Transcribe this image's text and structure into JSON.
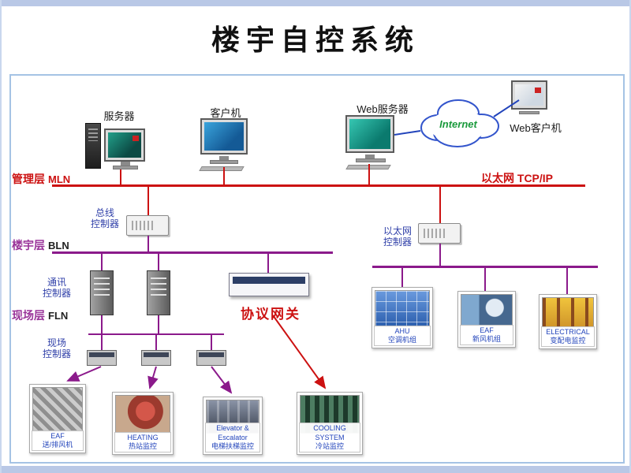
{
  "title": "楼宇自控系统",
  "top_devices": {
    "server": "服务器",
    "client": "客户机",
    "web_server": "Web服务器",
    "web_client": "Web客户机",
    "internet": "Internet"
  },
  "layers": {
    "management": {
      "zh": "管理层",
      "code": "MLN"
    },
    "ethernet_bus": "以太网 TCP/IP",
    "building": {
      "zh": "楼宇层",
      "code": "BLN"
    },
    "field": {
      "zh": "现场层",
      "code": "FLN"
    }
  },
  "controllers": {
    "bus": "总线\n控制器",
    "ethernet": "以太网\n控制器",
    "comm": "通讯\n控制器",
    "field": "现场\n控制器",
    "gateway": "协议网关"
  },
  "equipment": {
    "eaf_exhaust": "EAF\n送/排风机",
    "heating": "HEATING\n热站监控",
    "elevator": "Elevator & Escalator\n电梯扶梯监控",
    "cooling": "COOLING SYSTEM\n冷站监控",
    "ahu": "AHU\n空调机组",
    "eaf_fresh": "EAF\n新风机组",
    "electrical": "ELECTRICAL\n变配电监控"
  },
  "colors": {
    "management_bus": "#cc1111",
    "building_bus": "#8b1a8b",
    "internet_text": "#1a9a3c",
    "caption_text": "#2244bb",
    "gateway_label": "#cc1111"
  }
}
